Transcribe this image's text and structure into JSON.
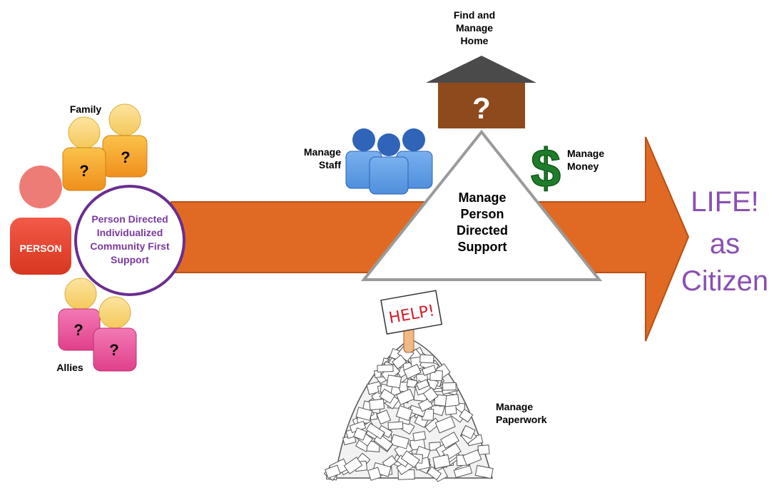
{
  "labels": {
    "family": "Family",
    "allies": "Allies",
    "person": "PERSON",
    "center_circle": [
      "Person Directed",
      "Individualized",
      "Community First",
      "Support"
    ],
    "find_home": [
      "Find and",
      "Manage",
      "Home"
    ],
    "manage_staff": [
      "Manage",
      "Staff"
    ],
    "manage_money": [
      "Manage",
      "Money"
    ],
    "manage_paperwork": [
      "Manage",
      "Paperwork"
    ],
    "triangle": [
      "Manage",
      "Person",
      "Directed",
      "Support"
    ],
    "life": [
      "LIFE!",
      "as",
      "Citizen"
    ],
    "help_sign": "HELP!",
    "question_mark": "?",
    "dollar": "$"
  },
  "colors": {
    "arrow": "#e06a24",
    "arrow_dark": "#b94f14",
    "circle_border": "#6a2d8f",
    "circle_text": "#7b3aa0",
    "person_red": "#e8473a",
    "person_head": "#ee7c76",
    "family_body": "#f5a630",
    "family_head": "#f9d67a",
    "allies_body": "#e84f9c",
    "staff_blue": "#3e7dcc",
    "house_roof": "#4a4a4a",
    "house_body": "#8e4a1c",
    "money_green": "#1e7d2a",
    "triangle_border": "#9a9a9a",
    "life_purple": "#8a4fb2"
  }
}
